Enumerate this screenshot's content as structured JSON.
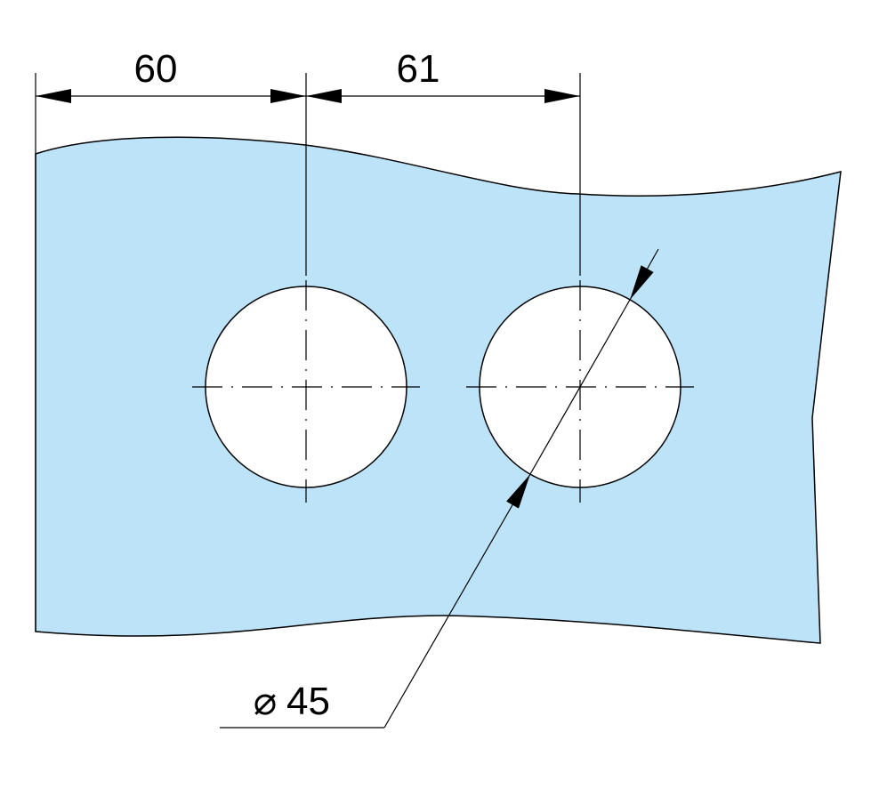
{
  "dimensions": {
    "left_spacing": "60",
    "hole_spacing": "61",
    "diameter_symbol": "⌀",
    "diameter_value": "45"
  },
  "colors": {
    "glass_fill": "#bde3f8",
    "line": "#000000"
  }
}
